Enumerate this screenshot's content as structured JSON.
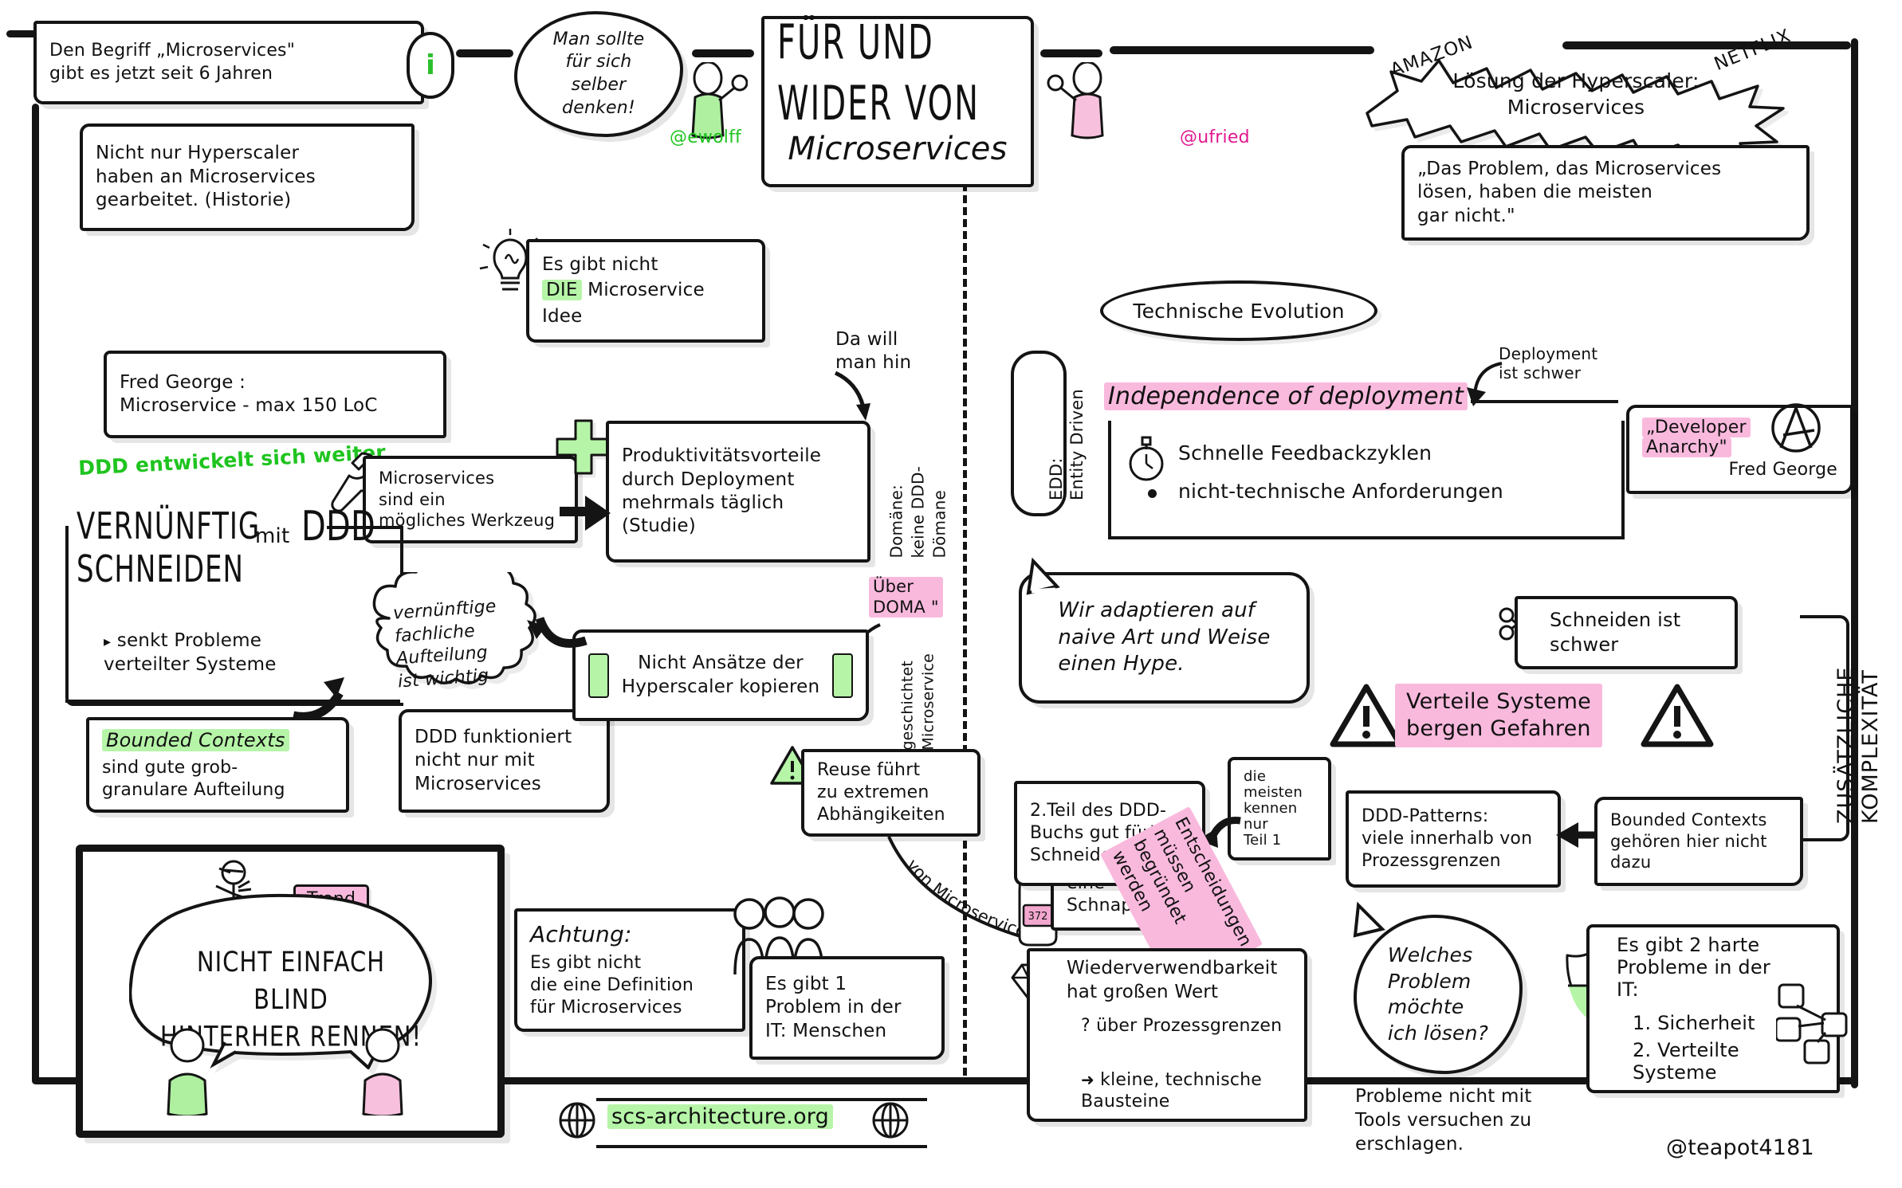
{
  "meta": {
    "signature": "@teapot4181",
    "speaker_left": "@ewolff",
    "speaker_right": "@ufried"
  },
  "title": {
    "line1": "FÜR UND WIDER VON",
    "line2": "Microservices"
  },
  "top": {
    "begriff_box": "Den Begriff „Microservices\"\ngibt es jetzt seit 6 Jahren",
    "info_icon": "i",
    "think_bubble": "Man sollte\nfür sich\nselber\ndenken!",
    "amazon_label": "AMAZON",
    "netflix_label": "NETFLIX",
    "hyperscaler_burst": "Lösung der Hyperscaler:\nMicroservices",
    "problem_quote": "„Das Problem, das Microservices\nlösen, haben die meisten\ngar nicht.\""
  },
  "left": {
    "historie": "Nicht nur Hyperscaler\nhaben an Microservices\ngearbeitet. (Historie)",
    "die_idee_pre": "Es gibt nicht",
    "die_idee_hl": "DIE",
    "die_idee_post": " Microservice",
    "die_idee_line3": "Idee",
    "fred_george": "Fred George :\n   Microservice - max 150 LoC",
    "ddd_weiter": "DDD entwickelt sich weiter",
    "werkzeug": "Microservices\nsind ein\nmögliches Werkzeug",
    "vernuenftig_l1": "VERNÜNFTIG",
    "vernuenftig_l2": "SCHNEIDEN",
    "vernuenftig_mit": "mit",
    "vernuenftig_ddd": "DDD",
    "vernuenftig_bullet": "senkt Probleme\nverteilter Systeme",
    "cloud_aufteilung": "vernünftige\nfachliche\nAufteilung\nist wichtig",
    "bounded_contexts_hl": "Bounded Contexts",
    "bounded_contexts_rest": "sind gute grob-\ngranulare Aufteilung",
    "ddd_funktioniert": "DDD funktioniert\nnicht nur mit\nMicroservices",
    "trend_label": "Trend",
    "blind_l1": "NICHT EINFACH BLIND",
    "blind_l2": "HINTERHER RENNEN!",
    "achtung_title": "Achtung:",
    "achtung_body": "Es gibt nicht\ndie eine Definition\nfür Microservices",
    "ein_problem": "Es gibt 1\nProblem in der\nIT: Menschen",
    "scs_url": "scs-architecture.org"
  },
  "center": {
    "da_will_man_hin": "Da will\nman hin",
    "plus_sign": "+",
    "produktivitaet": "Produktivitätsvorteile\ndurch Deployment\nmehrmals täglich\n(Studie)",
    "nicht_kopieren": "Nicht Ansätze der\nHyperscaler kopieren",
    "excl_left": "!",
    "excl_right": "!",
    "domaene_vertical": "Domäne:\nkeine DDD-\nDömane",
    "ueber_doma": "Über\nDOMA \"",
    "geschichtet_vertical": "geschichtet\nMicroservice",
    "reuse_abhaengig": "Reuse führt\nzu extremen\nAbhängikeiten",
    "von_microservices": "von Microservices",
    "reuse_schnapsidee": "Reuse ist\neine\nSchnapsidee",
    "bottle_label": "372"
  },
  "right": {
    "technische_evolution": "Technische Evolution",
    "edd_vertical": "EDD:\nEntity Driven",
    "independence": "Independence of deployment",
    "deployment_schwer": "Deployment\nist schwer",
    "feedback": "Schnelle Feedbackzyklen",
    "nicht_technisch": "nicht-technische Anforderungen",
    "developer_anarchy_hl": "„Developer\nAnarchy\"",
    "developer_anarchy_by": "Fred George",
    "schneiden_schwer": "Schneiden ist\nschwer",
    "hype_bubble": "Wir adaptieren auf\nnaive Art und Weise\neinen Hype.",
    "ddd_buch": "2.Teil des DDD-\nBuchs gut für's\nSchneiden",
    "die_meisten": "die\nmeisten\nkennen\nnur\nTeil 1",
    "verteile_systeme": "Verteile Systeme\nbergen Gefahren",
    "entscheidungen": "Entscheidungen\nmüssen\nbegründet\nwerden",
    "ddd_patterns": "DDD-Patterns:\nviele innerhalb von\nProzessgrenzen",
    "bounded_gehoeren": "Bounded Contexts\ngehören hier nicht\ndazu",
    "zusaetzliche_vertical": "ZUSÄTZLICHE\nKOMPLEXITÄT",
    "wiederverwendbarkeit": "Wiederverwendbarkeit\nhat großen Wert",
    "wiederverwend_q": "?  über Prozessgrenzen",
    "wiederverwend_a": "kleine, technische\nBausteine",
    "welches_problem": "Welches\nProblem\nmöchte\nich lösen?",
    "probleme_tools": "Probleme nicht mit\nTools versuchen zu\nerschlagen.",
    "zwei_harte": "Es gibt 2 harte\nProbleme in der\nIT:",
    "zwei_harte_1": "1. Sicherheit",
    "zwei_harte_2": "2. Verteilte\n     Systeme"
  },
  "colors": {
    "green": "#1fc41f",
    "green_fill": "#b6f5a8",
    "pink": "#e0198f",
    "pink_fill": "#f9b9dd",
    "ink": "#141414"
  }
}
